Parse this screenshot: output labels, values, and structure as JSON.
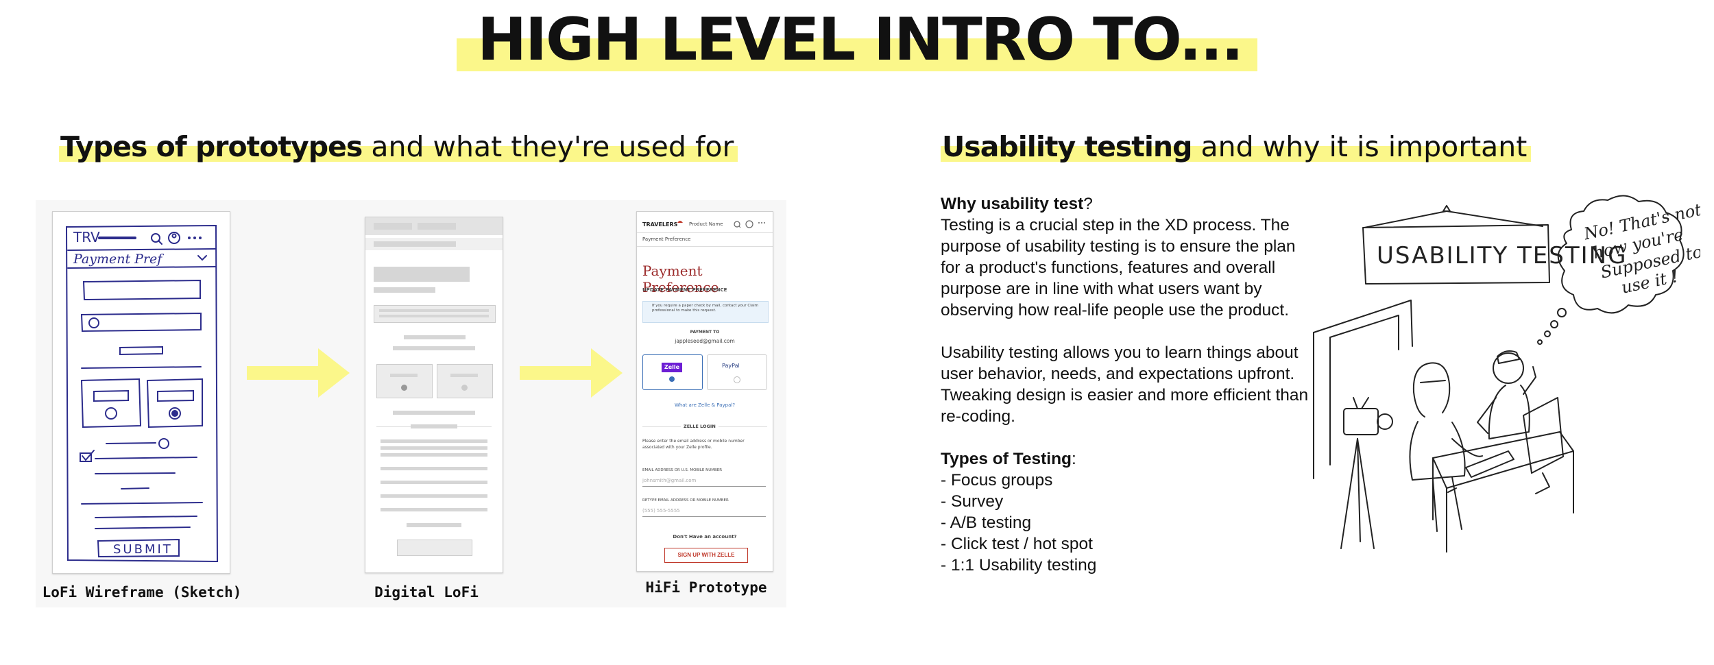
{
  "title": "HIGH LEVEL INTRO TO...",
  "left": {
    "heading_bold": "Types of prototypes",
    "heading_rest": " and what they're used for",
    "labels": {
      "sketch": "LoFi Wireframe (Sketch)",
      "lofi": "Digital LoFi",
      "hifi": "HiFi Prototype"
    },
    "sketch": {
      "brand": "TRV",
      "dropdown": "Payment Pref",
      "submit": "SUBMIT"
    },
    "hifi": {
      "brand": "TRAVELERS",
      "menu": "Product Name",
      "dropdown": "Payment Preference",
      "title": "Payment Preference",
      "subtitle": "UPDATE PAYMENT PREFERENCE",
      "notice": "If you require a paper check by mail, contact your Claim professional to make this request.",
      "payment_to_label": "PAYMENT TO",
      "payment_to_value": "jappleseed@gmail.com",
      "option_zelle": "Zelle",
      "option_paypal": "PayPal",
      "link": "What are Zelle & Paypal?",
      "section": "ZELLE LOGIN",
      "instructions": "Please enter the email address or mobile number associated with your Zelle profile.",
      "field1_label": "EMAIL ADDRESS OR U.S. MOBILE NUMBER",
      "field1_placeholder": "johnsmith@gmail.com",
      "field2_label": "RETYPE EMAIL ADDRESS OR MOBILE NUMBER",
      "field2_placeholder": "(555) 555-5555",
      "no_account": "Don't Have an account?",
      "signup": "SIGN UP WITH ZELLE"
    }
  },
  "right": {
    "heading_bold": "Usability testing",
    "heading_rest": " and why it is important",
    "why_bold": "Why usability test",
    "why_punct": "?",
    "para1": "Testing is a crucial step in the XD process. The purpose of usability testing is to ensure the plan for a product's functions, features and overall purpose are in line with what users want by observing how real-life people use the product.",
    "para2": "Usability testing allows you to learn things about user behavior, needs, and expectations upfront. Tweaking design is easier and more efficient than re-coding.",
    "types_bold": "Types of Testing",
    "types_punct": ":",
    "types": [
      "- Focus groups",
      "- Survey",
      "- A/B testing",
      "- Click test / hot spot",
      "- 1:1 Usability testing"
    ],
    "sign": "USABILITY TESTING",
    "bubble": [
      "No! That's not",
      "how you're",
      "Supposed to",
      "use it !"
    ]
  },
  "colors": {
    "highlight": "#fbf78a",
    "arrow": "#fbf78a",
    "hifi_red": "#c0392b"
  }
}
